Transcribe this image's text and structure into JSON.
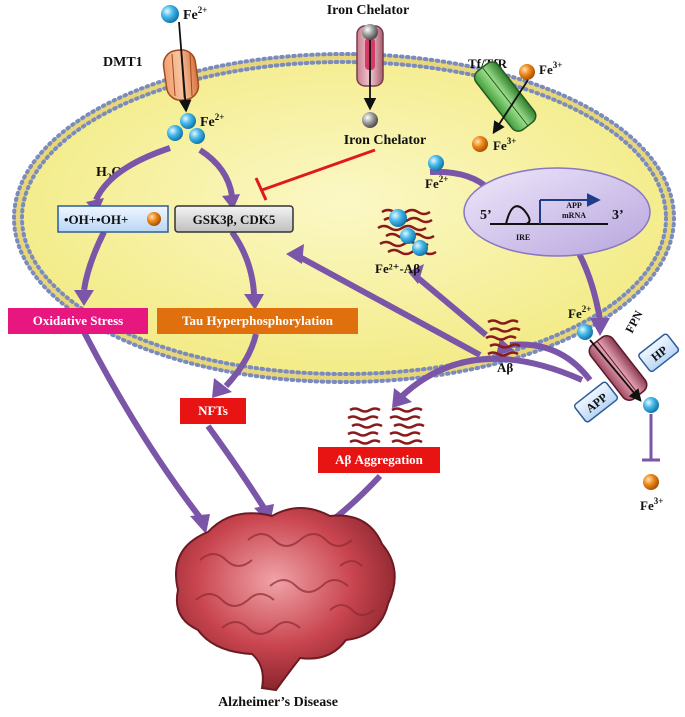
{
  "labels": {
    "fe2_top": "Fe",
    "fe2_sup": "2+",
    "dmt1": "DMT1",
    "iron_chelator_top": "Iron Chelator",
    "iron_chelator_inside": "Iron Chelator",
    "tf_tfr": "Tf/TfR",
    "fe3_sup": "3+",
    "h2o2": "H",
    "h2o2_sub2": "2",
    "h2o2_o": "O",
    "oh_radicals": "•OH+•OH+",
    "gsk3b": "GSK3β, CDK5",
    "fe2_ab": "Fe²⁺-Aβ",
    "app_mrna": "APP\nmRNA",
    "app_mrna_line1": "APP",
    "app_mrna_line2": "mRNA",
    "ire": "IRE",
    "five_prime": "5’",
    "three_prime": "3’",
    "oxidative_stress": "Oxidative Stress",
    "tau_hyper": "Tau Hyperphosphorylation",
    "nfts": "NFTs",
    "ab": "Aβ",
    "ab_aggregation": "Aβ Aggregation",
    "fpn": "FPN",
    "hp": "HP",
    "app": "APP",
    "alzheimers": "Alzheimer’s Disease"
  },
  "colors": {
    "cell_fill": "#f7f3a3",
    "membrane_head": "#7b8bbd",
    "arrow": "#7a55a8",
    "fe2_ion": "#3fb3e6",
    "fe3_ion": "#f08a1c",
    "oxidative_box": "#e8177f",
    "tau_box": "#e0700d",
    "red_box": "#e81414",
    "inhibit": "#e01a1a",
    "brain": "#c9454f"
  }
}
